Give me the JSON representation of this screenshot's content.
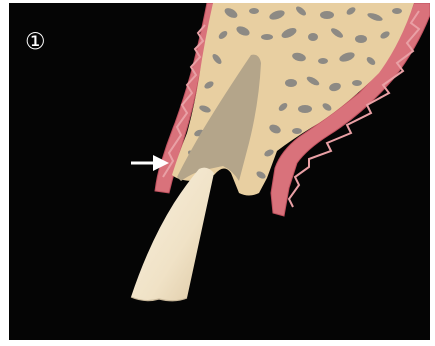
{
  "figure": {
    "step_label": "①",
    "colors": {
      "background": "#050505",
      "gingiva": "#d9727b",
      "gingiva_edge": "#c0515f",
      "gingiva_inner": "#e9a0a5",
      "bone": "#e8cfa1",
      "trabecular_pores": "#8d8a84",
      "socket_cavity": "#b4a58a",
      "instrument_tip": "#f4ead6",
      "arrow": "#ffffff"
    },
    "elements": [
      "gingiva",
      "alveolar-bone",
      "extraction-socket",
      "instrument-tip",
      "indicator-arrow"
    ]
  }
}
